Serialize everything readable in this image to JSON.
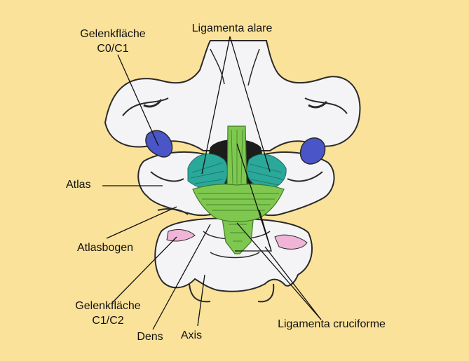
{
  "colors": {
    "background": "#fbe29a",
    "bone": "#f4f4f6",
    "outline": "#2a2a2a",
    "ligament_green": "#7ec850",
    "ligament_teal": "#2aa89a",
    "joint_blue": "#4a55c8",
    "joint_pink": "#f0b4d6"
  },
  "labels": {
    "gelenk_c0c1": {
      "line1": "Gelenkfläche",
      "line2": "C0/C1"
    },
    "ligamenta_alare": "Ligamenta alare",
    "atlas": "Atlas",
    "atlasbogen": "Atlasbogen",
    "gelenk_c1c2": {
      "line1": "Gelenkfläche",
      "line2": "C1/C2"
    },
    "dens": "Dens",
    "axis": "Axis",
    "ligamenta_cruciforme": "Ligamenta cruciforme"
  }
}
